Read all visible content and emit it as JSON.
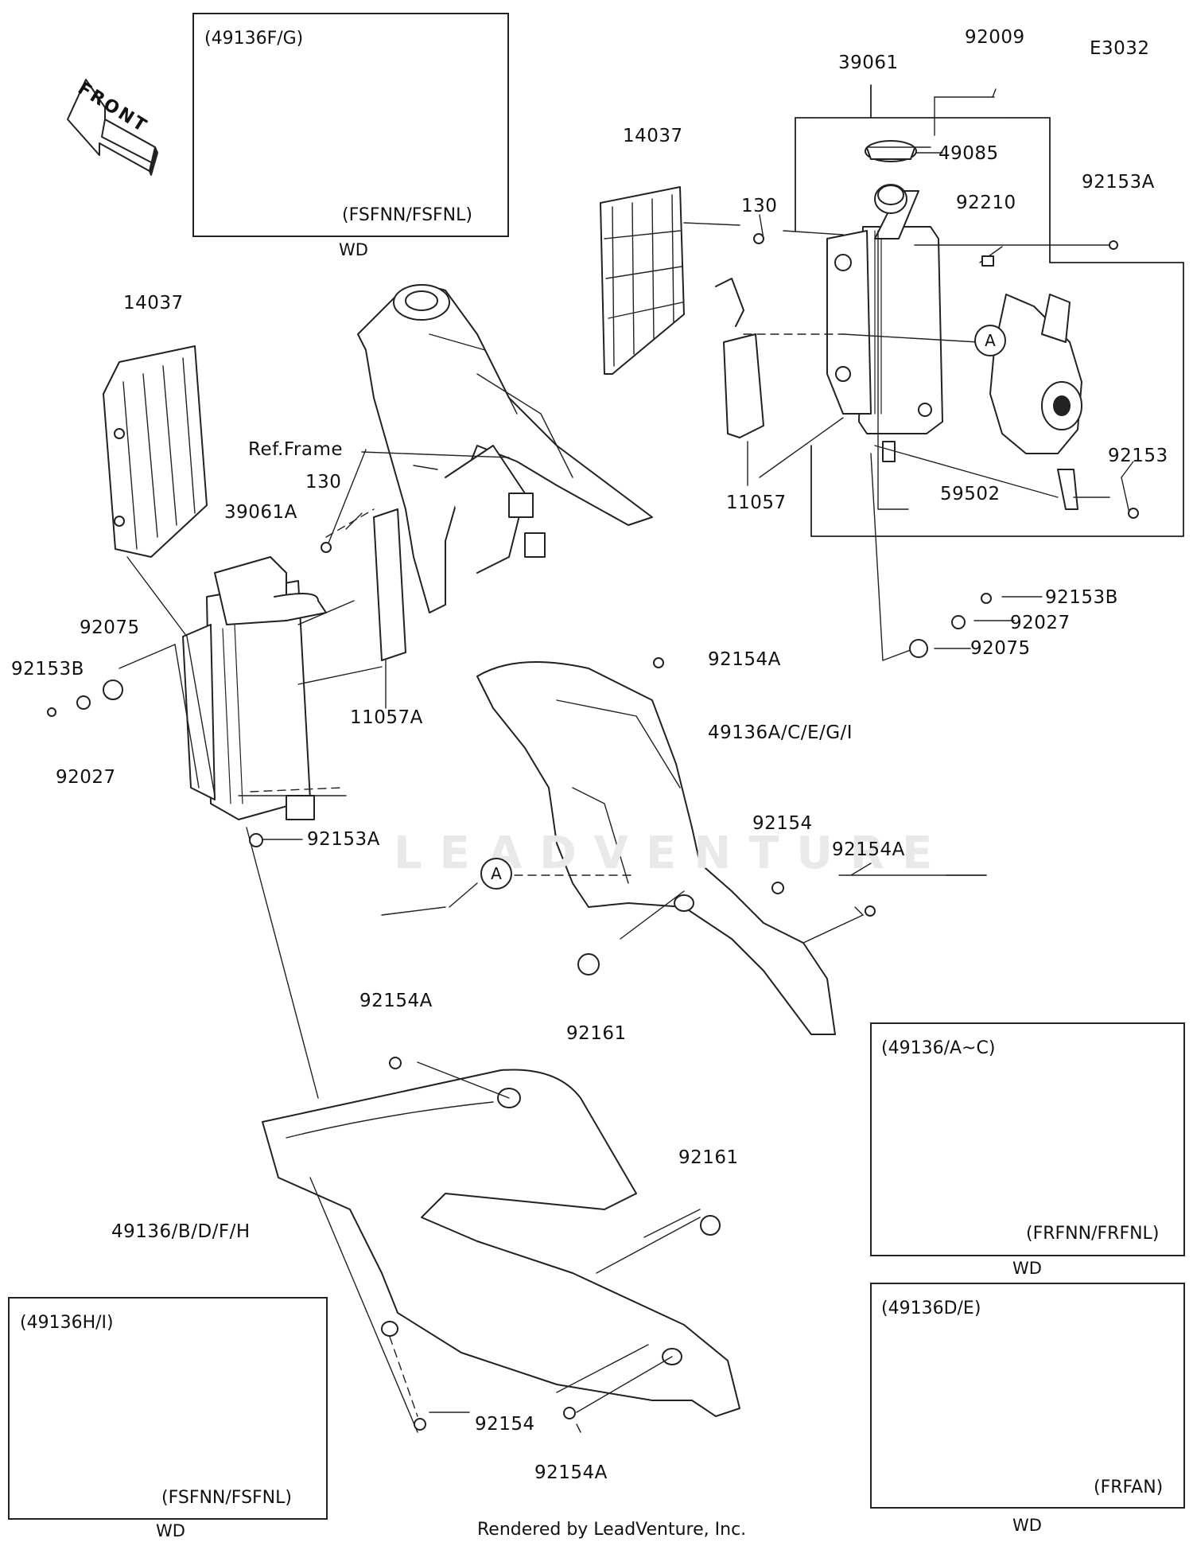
{
  "diagram_code": "E3032",
  "front_label": "FRONT",
  "ref_frame": "Ref.Frame",
  "footer": "Rendered by LeadVenture, Inc.",
  "watermark": "LEADVENTURE",
  "callout_letter": "A",
  "parts": {
    "p92009": "92009",
    "p39061": "39061",
    "p49085": "49085",
    "p92153A_top": "92153A",
    "p14037_top": "14037",
    "p130_top": "130",
    "p92210": "92210",
    "p14037_left": "14037",
    "p11057": "11057",
    "p92153_right": "92153",
    "p59502": "59502",
    "p130_left": "130",
    "p39061A": "39061A",
    "p92153B_right": "92153B",
    "p92027_right": "92027",
    "p92075_right": "92075",
    "p92075_left": "92075",
    "p92153B_left": "92153B",
    "p11057A": "11057A",
    "p92154A_mid": "92154A",
    "p92027_left": "92027",
    "p49136ACEGI": "49136A/C/E/G/I",
    "p92153A_left": "92153A",
    "p92154": "92154",
    "p92154A_right": "92154A",
    "p92161_mid": "92161",
    "p92154A_lower": "92154A",
    "p92161_lower": "92161",
    "p49136BDFH": "49136/B/D/F/H",
    "p92154_lower": "92154",
    "p92154A_bottom": "92154A"
  },
  "inset_boxes": {
    "top_left": {
      "title": "(49136F/G)",
      "variant": "(FSFNN/FSFNL)",
      "wd": "WD"
    },
    "bottom_left": {
      "title": "(49136H/I)",
      "variant": "(FSFNN/FSFNL)",
      "wd": "WD"
    },
    "right_mid": {
      "title": "(49136/A~C)",
      "variant": "(FRFNN/FRFNL)",
      "wd": "WD"
    },
    "right_bottom": {
      "title": "(49136D/E)",
      "variant": "(FRFAN)",
      "wd": "WD"
    }
  }
}
